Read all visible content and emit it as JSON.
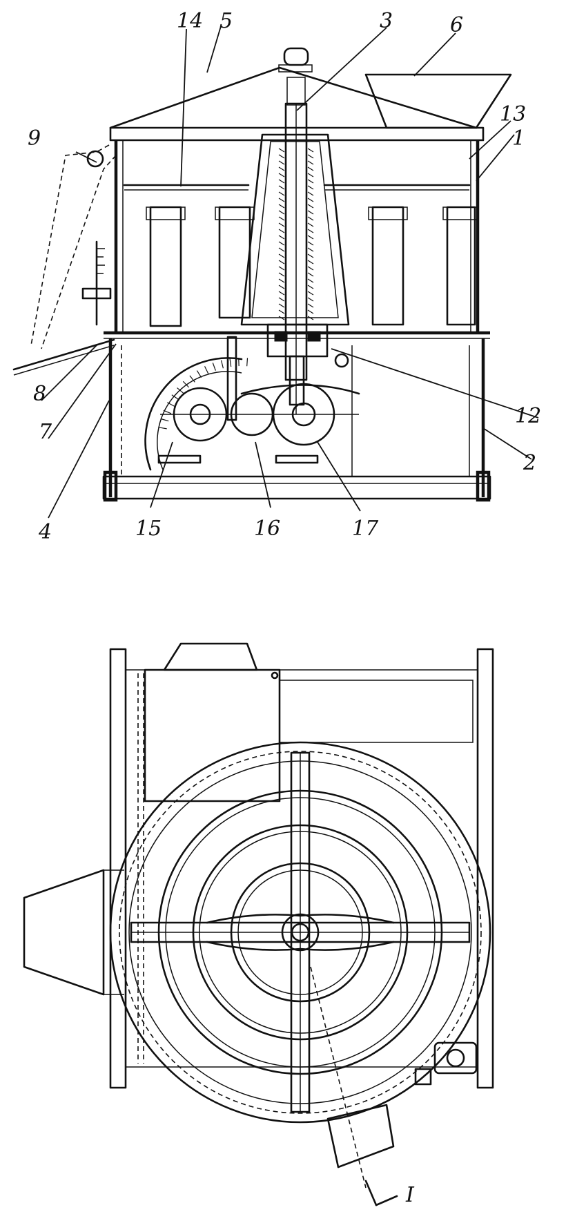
{
  "callouts": {
    "c1": "1",
    "c2": "2",
    "c3": "3",
    "c4": "4",
    "c5": "5",
    "c6": "6",
    "c7": "7",
    "c8": "8",
    "c9": "9",
    "c12": "12",
    "c13": "13",
    "c14": "14",
    "c15": "15",
    "c16": "16",
    "c17": "17"
  },
  "section_mark": "I"
}
